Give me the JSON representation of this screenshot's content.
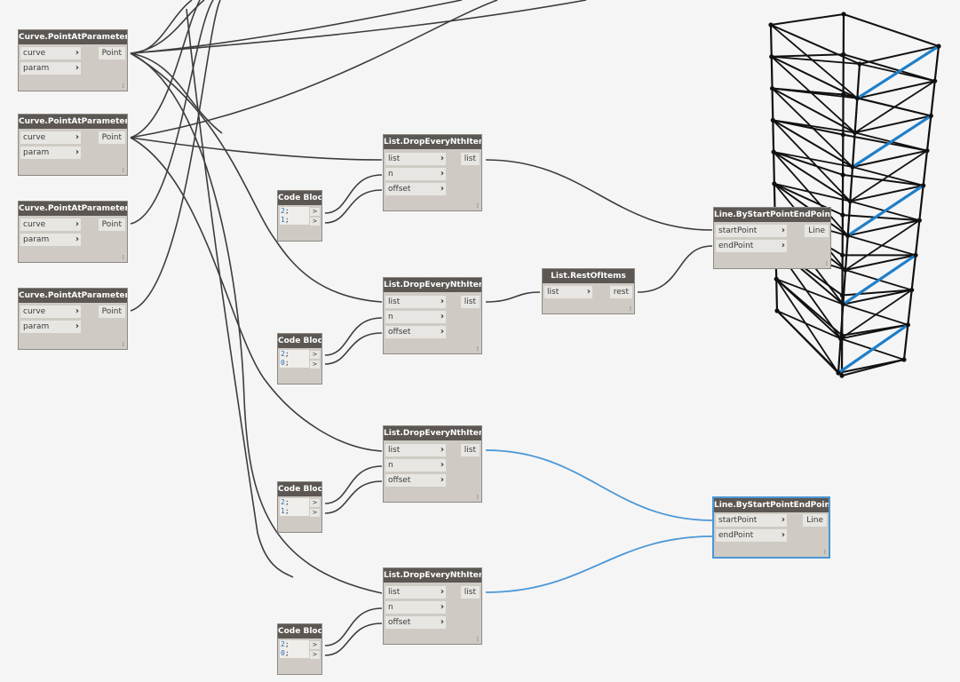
{
  "nodes": {
    "cpap1": {
      "title": "Curve.PointAtParameter",
      "inputs": [
        "curve",
        "param"
      ],
      "output": "Point"
    },
    "cpap2": {
      "title": "Curve.PointAtParameter",
      "inputs": [
        "curve",
        "param"
      ],
      "output": "Point"
    },
    "cpap3": {
      "title": "Curve.PointAtParameter",
      "inputs": [
        "curve",
        "param"
      ],
      "output": "Point"
    },
    "cpap4": {
      "title": "Curve.PointAtParameter",
      "inputs": [
        "curve",
        "param"
      ],
      "output": "Point"
    },
    "cb1": {
      "title": "Code Block",
      "lines": [
        "2",
        "1"
      ],
      "out": ">"
    },
    "cb2": {
      "title": "Code Block",
      "lines": [
        "2",
        "0"
      ],
      "out": ">"
    },
    "cb3": {
      "title": "Code Block",
      "lines": [
        "2",
        "1"
      ],
      "out": ">"
    },
    "cb4": {
      "title": "Code Block",
      "lines": [
        "2",
        "0"
      ],
      "out": ">"
    },
    "dr1": {
      "title": "List.DropEveryNthItem",
      "inputs": [
        "list",
        "n",
        "offset"
      ],
      "output": "list"
    },
    "dr2": {
      "title": "List.DropEveryNthItem",
      "inputs": [
        "list",
        "n",
        "offset"
      ],
      "output": "list"
    },
    "dr3": {
      "title": "List.DropEveryNthItem",
      "inputs": [
        "list",
        "n",
        "offset"
      ],
      "output": "list"
    },
    "dr4": {
      "title": "List.DropEveryNthItem",
      "inputs": [
        "list",
        "n",
        "offset"
      ],
      "output": "list"
    },
    "rest": {
      "title": "List.RestOfItems",
      "inputs": [
        "list"
      ],
      "output": "rest"
    },
    "line1": {
      "title": "Line.ByStartPointEndPoint",
      "inputs": [
        "startPoint",
        "endPoint"
      ],
      "output": "Line"
    },
    "line2": {
      "title": "Line.ByStartPointEndPoint",
      "inputs": [
        "startPoint",
        "endPoint"
      ],
      "output": "Line"
    }
  },
  "semicolon": ";",
  "grip": "⁞",
  "chevron": "›",
  "colors": {
    "wire": "#3d3d3d",
    "wire_selected": "#4a97d6",
    "highlight": "#1f7fc9"
  }
}
